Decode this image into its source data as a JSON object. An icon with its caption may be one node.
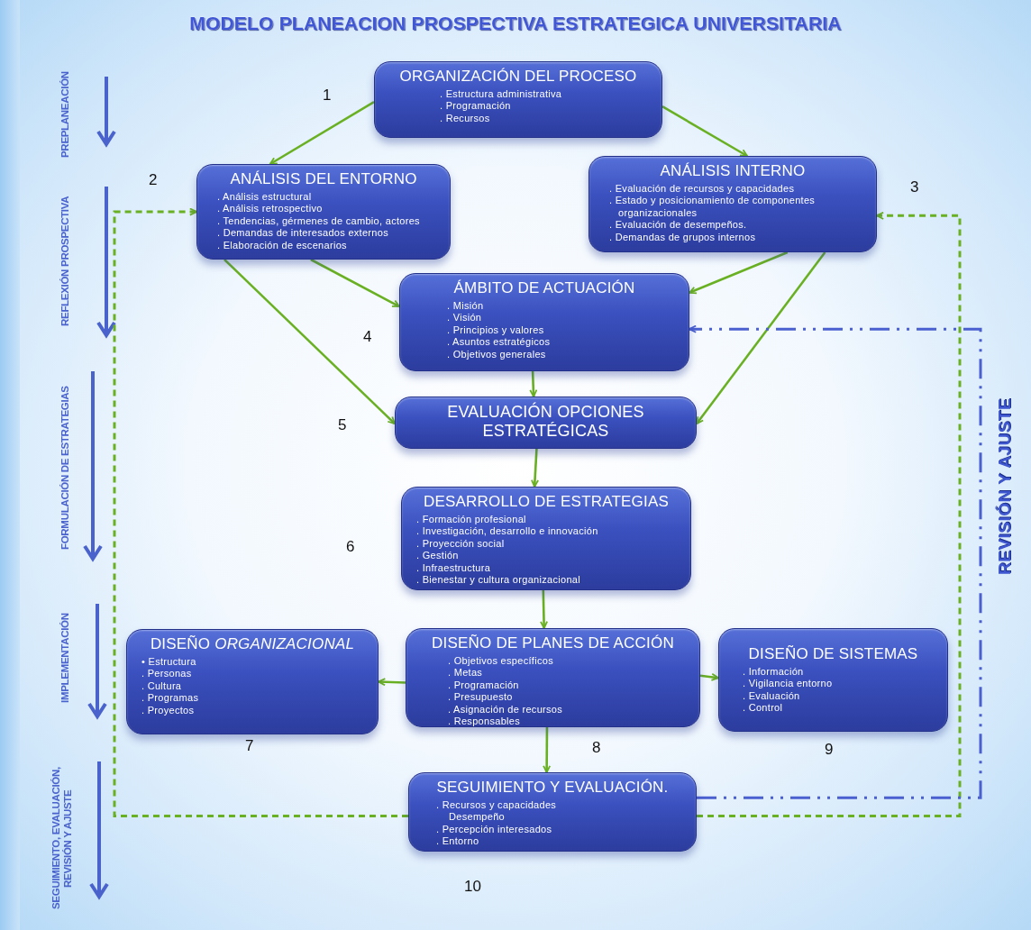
{
  "diagram": {
    "title": "MODELO PLANEACION PROSPECTIVA ESTRATEGICA UNIVERSITARIA",
    "nodes": [
      {
        "text": [
          "ORGANIZACIÓN DEL PROCESO",
          ". Estructura administrativa",
          ". Programación",
          ". Recursos"
        ],
        "beside": [
          "1"
        ]
      },
      {
        "text": [
          "ANÁLISIS DEL ENTORNO",
          ". Análisis estructural",
          ". Análisis retrospectivo",
          ". Tendencias, gérmenes de cambio, actores",
          ". Demandas de interesados externos",
          ". Elaboración de escenarios"
        ],
        "beside": [
          "2"
        ]
      },
      {
        "text": [
          "ANÁLISIS INTERNO",
          ". Evaluación de recursos y capacidades",
          ". Estado y posicionamiento de componentes organizacionales",
          ". Evaluación de desempeños.",
          ". Demandas de grupos internos"
        ],
        "beside": [
          "3"
        ]
      },
      {
        "text": [
          "ÁMBITO DE ACTUACIÓN",
          ". Misión",
          ". Visión",
          ". Principios y valores",
          ". Asuntos estratégicos",
          ". Objetivos generales"
        ],
        "beside": [
          "4"
        ]
      },
      {
        "text": [
          "EVALUACIÓN OPCIONES ESTRATÉGICAS"
        ],
        "beside": [
          "5"
        ]
      },
      {
        "text": [
          "DESARROLLO DE ESTRATEGIAS",
          ". Formación profesional",
          ". Investigación, desarrollo e innovación",
          ". Proyección social",
          ". Gestión",
          ". Infraestructura",
          ". Bienestar y cultura organizacional"
        ],
        "beside": [
          "6"
        ]
      },
      {
        "text": [
          "DISEÑO *ORGANIZACIONAL*",
          "• Estructura",
          ". Personas",
          ". Cultura",
          ". Programas",
          ". Proyectos"
        ],
        "beside": [
          "7"
        ]
      },
      {
        "text": [
          "DISEÑO DE PLANES DE ACCIÓN",
          ". Objetivos específicos",
          ". Metas",
          ". Programación",
          ". Presupuesto",
          ". Asignación de recursos",
          ". Responsables"
        ],
        "beside": [
          "8"
        ]
      },
      {
        "text": [
          "DISEÑO DE SISTEMAS",
          ". Información",
          ". Vigilancia entorno",
          ". Evaluación",
          ". Control"
        ],
        "beside": [
          "9"
        ]
      },
      {
        "text": [
          "SEGUIMIENTO Y EVALUACIÓN.",
          ". Recursos y capacidades",
          "Desempeño",
          ". Percepción interesados",
          ". Entorno"
        ],
        "beside": [
          "10"
        ]
      }
    ],
    "edges": [
      {
        "from": 0,
        "to": 1,
        "arrow": "to"
      },
      {
        "from": 0,
        "to": 2,
        "arrow": "to"
      },
      {
        "from": 1,
        "to": 3,
        "arrow": "to"
      },
      {
        "from": 1,
        "to": 4,
        "arrow": "to"
      },
      {
        "from": 2,
        "to": 3,
        "arrow": "to"
      },
      {
        "from": 2,
        "to": 4,
        "arrow": "to"
      },
      {
        "from": 3,
        "to": 4,
        "arrow": "to"
      },
      {
        "from": 4,
        "to": 5,
        "arrow": "to"
      },
      {
        "from": 5,
        "to": 7,
        "arrow": "to"
      },
      {
        "from": 7,
        "to": 6,
        "arrow": "to"
      },
      {
        "from": 7,
        "to": 8,
        "arrow": "to"
      },
      {
        "from": 7,
        "to": 9,
        "arrow": "to"
      },
      {
        "from": 9,
        "to": 1,
        "arrow": "to",
        "style": "dashed"
      },
      {
        "from": 9,
        "to": 2,
        "arrow": "to",
        "style": "dashed"
      },
      {
        "from": 9,
        "to": 3,
        "arrow": "to",
        "style": "dashed",
        "color": "#4a5fd0"
      }
    ],
    "labels": [
      "PREPLANEACIÓN",
      "REFLEXIÓN PROSPECTIVA",
      "FORMULACIÓN DE ESTRATEGIAS",
      "IMPLEMENTACIÓN",
      "SEGUIMIENTO, EVALUACIÓN, REVISIÓN Y AJUSTE",
      "REVISIÓN Y AJUSTE"
    ]
  }
}
